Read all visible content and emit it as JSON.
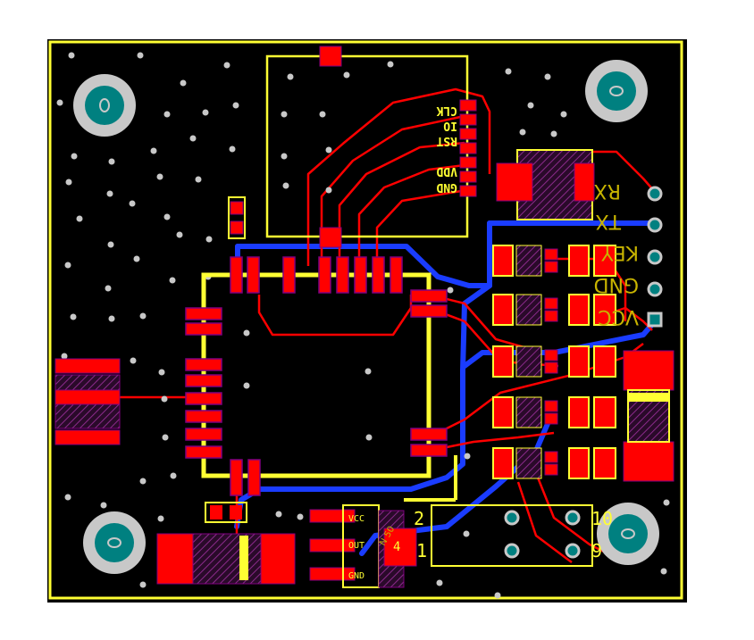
{
  "board": {
    "colors": {
      "background": "#ffffff",
      "substrate": "#000000",
      "outline": "#ffff33",
      "top_copper": "#ff0000",
      "bottom_copper": "#0000ff",
      "silkscreen": "#ffff33",
      "mounting_ring": "#c8c8c8",
      "mounting_hole": "#008080",
      "via": "#c8c8c8",
      "pad_mask": "#800080"
    }
  },
  "swd_header": {
    "pins": [
      "CLK",
      "IO",
      "RST",
      "VDD",
      "GND"
    ]
  },
  "right_header": {
    "labels": [
      "RX",
      "TX",
      "KEY",
      "GND",
      "VCC"
    ]
  },
  "bottom_connector": {
    "left_labels": [
      "2",
      "1"
    ],
    "right_labels": [
      "10",
      "9"
    ]
  },
  "small_chip": {
    "labels": [
      "VCC",
      "OUT",
      "GND"
    ],
    "pin_number": "4",
    "marking": "N 50"
  },
  "icons": {
    "mounting_hole": "mounting-hole-icon",
    "via": "via-icon"
  }
}
